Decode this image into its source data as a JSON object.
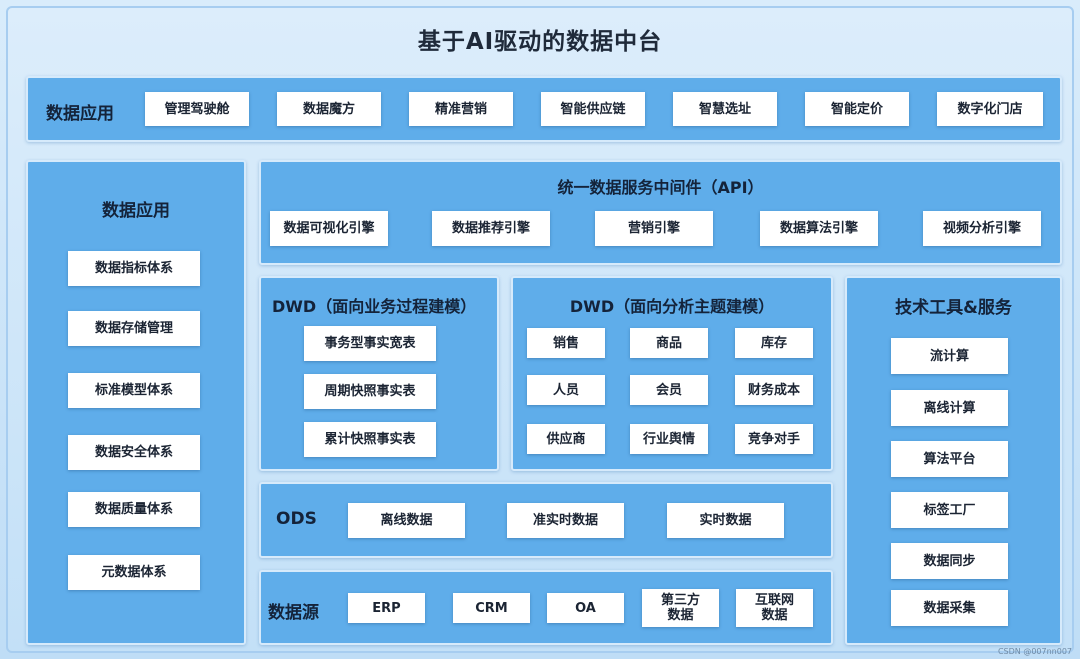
{
  "title": "基于AI驱动的数据中台",
  "top_app": {
    "label": "数据应用",
    "items": [
      "管理驾驶舱",
      "数据魔方",
      "精准营销",
      "智能供应链",
      "智慧选址",
      "智能定价",
      "数字化门店"
    ]
  },
  "left": {
    "label": "数据应用",
    "items": [
      "数据指标体系",
      "数据存储管理",
      "标准模型体系",
      "数据安全体系",
      "数据质量体系",
      "元数据体系"
    ]
  },
  "api": {
    "label": "统一数据服务中间件（API）",
    "items": [
      "数据可视化引擎",
      "数据推荐引擎",
      "营销引擎",
      "数据算法引擎",
      "视频分析引擎"
    ]
  },
  "dwd_process": {
    "label": "DWD（面向业务过程建模）",
    "items": [
      "事务型事实宽表",
      "周期快照事实表",
      "累计快照事实表"
    ]
  },
  "dwd_subject": {
    "label": "DWD（面向分析主题建模）",
    "items": [
      "销售",
      "商品",
      "库存",
      "人员",
      "会员",
      "财务成本",
      "供应商",
      "行业舆情",
      "竞争对手"
    ]
  },
  "tools": {
    "label": "技术工具&服务",
    "items": [
      "流计算",
      "离线计算",
      "算法平台",
      "标签工厂",
      "数据同步",
      "数据采集"
    ]
  },
  "ods": {
    "label": "ODS",
    "items": [
      "离线数据",
      "准实时数据",
      "实时数据"
    ]
  },
  "sources": {
    "label": "数据源",
    "items": [
      "ERP",
      "CRM",
      "OA",
      "第三方\n数据",
      "互联网\n数据"
    ]
  },
  "watermark": "CSDN @007nn007"
}
